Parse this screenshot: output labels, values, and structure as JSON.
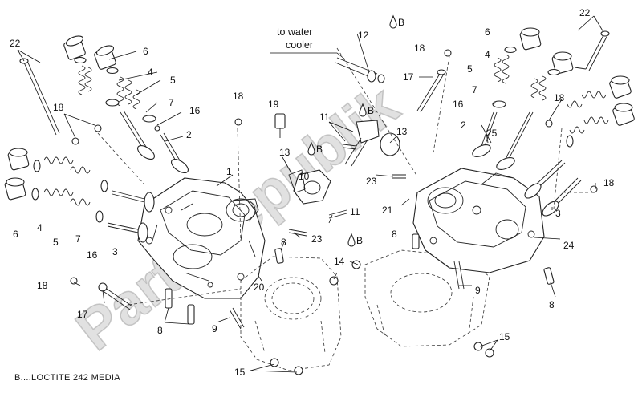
{
  "callouts": {
    "to_water_cooler_line1": "to water",
    "to_water_cooler_line2": "cooler",
    "loctite_note": "B....LOCTITE 242  MEDIA",
    "loctite_symbol": "B"
  },
  "watermark": "PartsRepublik",
  "labels": {
    "l22a": "22",
    "l22b": "22",
    "l6a": "6",
    "l6b": "6",
    "l6c": "6",
    "l4a": "4",
    "l4b": "4",
    "l4c": "4",
    "l5a": "5",
    "l5b": "5",
    "l5c": "5",
    "l7a": "7",
    "l7b": "7",
    "l7c": "7",
    "l16a": "16",
    "l16b": "16",
    "l16c": "16",
    "l2a": "2",
    "l2b": "2",
    "l18a": "18",
    "l18b": "18",
    "l18c": "18",
    "l18d": "18",
    "l18e": "18",
    "l18f": "18",
    "l1": "1",
    "l19": "19",
    "l12": "12",
    "l17a": "17",
    "l17b": "17",
    "l11a": "11",
    "l11b": "11",
    "l13a": "13",
    "l13b": "13",
    "l10": "10",
    "l23a": "23",
    "l23b": "23",
    "l21": "21",
    "l25": "25",
    "l3a": "3",
    "l3b": "3",
    "l8a": "8",
    "l8b": "8",
    "l8c": "8",
    "l8d": "8",
    "l9a": "9",
    "l9b": "9",
    "l14": "14",
    "l15a": "15",
    "l15b": "15",
    "l20": "20",
    "l24": "24"
  }
}
